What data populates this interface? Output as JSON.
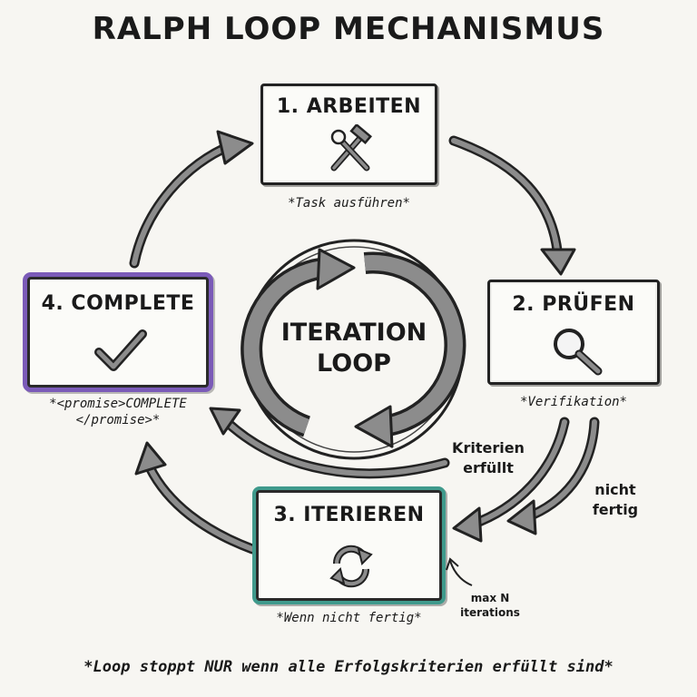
{
  "title": "Ralph Loop Mechanismus",
  "nodes": {
    "step1": {
      "label": "1. Arbeiten",
      "caption": "*Task ausführen*",
      "icon": "hammer-wrench-icon"
    },
    "step2": {
      "label": "2. Prüfen",
      "caption": "*Verifikation*",
      "icon": "magnifier-icon"
    },
    "step3": {
      "label": "3. Iterieren",
      "caption": "*Wenn nicht fertig*",
      "icon": "refresh-icon"
    },
    "step4": {
      "label": "4. Complete",
      "caption_line1": "*<promise>COMPLETE",
      "caption_line2": "</promise>*",
      "icon": "checkmark-icon"
    }
  },
  "center": {
    "line1": "Iteration",
    "line2": "Loop"
  },
  "edges": {
    "criteria_met": {
      "line1": "Kriterien",
      "line2": "erfüllt"
    },
    "not_done": {
      "line1": "nicht",
      "line2": "fertig"
    },
    "max_iterations": {
      "line1": "max N",
      "line2": "iterations"
    }
  },
  "footer": "*Loop stoppt NUR wenn alle Erfolgskriterien erfüllt sind*",
  "colors": {
    "ink": "#1f1f1f",
    "arrow_fill": "#8c8c8c",
    "complete_accent": "#7b5bb8",
    "iterate_accent": "#3f9a8c"
  }
}
